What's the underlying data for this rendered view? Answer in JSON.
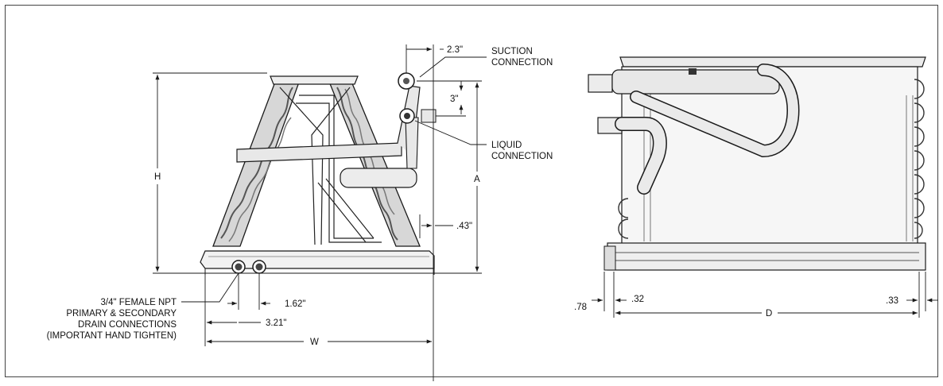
{
  "colors": {
    "ink": "#1a1a1a",
    "coil": "#cfcfcf",
    "metal": "#e6e6e6",
    "frame": "#444444"
  },
  "labels": {
    "suction_1": "SUCTION",
    "suction_2": "CONNECTION",
    "liquid_1": "LIQUID",
    "liquid_2": "CONNECTION",
    "drain_1": "3/4\" FEMALE NPT",
    "drain_2": "PRIMARY & SECONDARY",
    "drain_3": "DRAIN CONNECTIONS",
    "drain_4": "(IMPORTANT HAND TIGHTEN)"
  },
  "dimensions": {
    "suction_offset": "2.3\"",
    "liquid_drop": "3\"",
    "side_offset": ".43\"",
    "height": "H",
    "a": "A",
    "drain_spacing": "1.62\"",
    "drain_offset": "3.21\"",
    "width": "W",
    "left_78": ".78",
    "left_32": ".32",
    "right_33": ".33",
    "depth": "D"
  }
}
